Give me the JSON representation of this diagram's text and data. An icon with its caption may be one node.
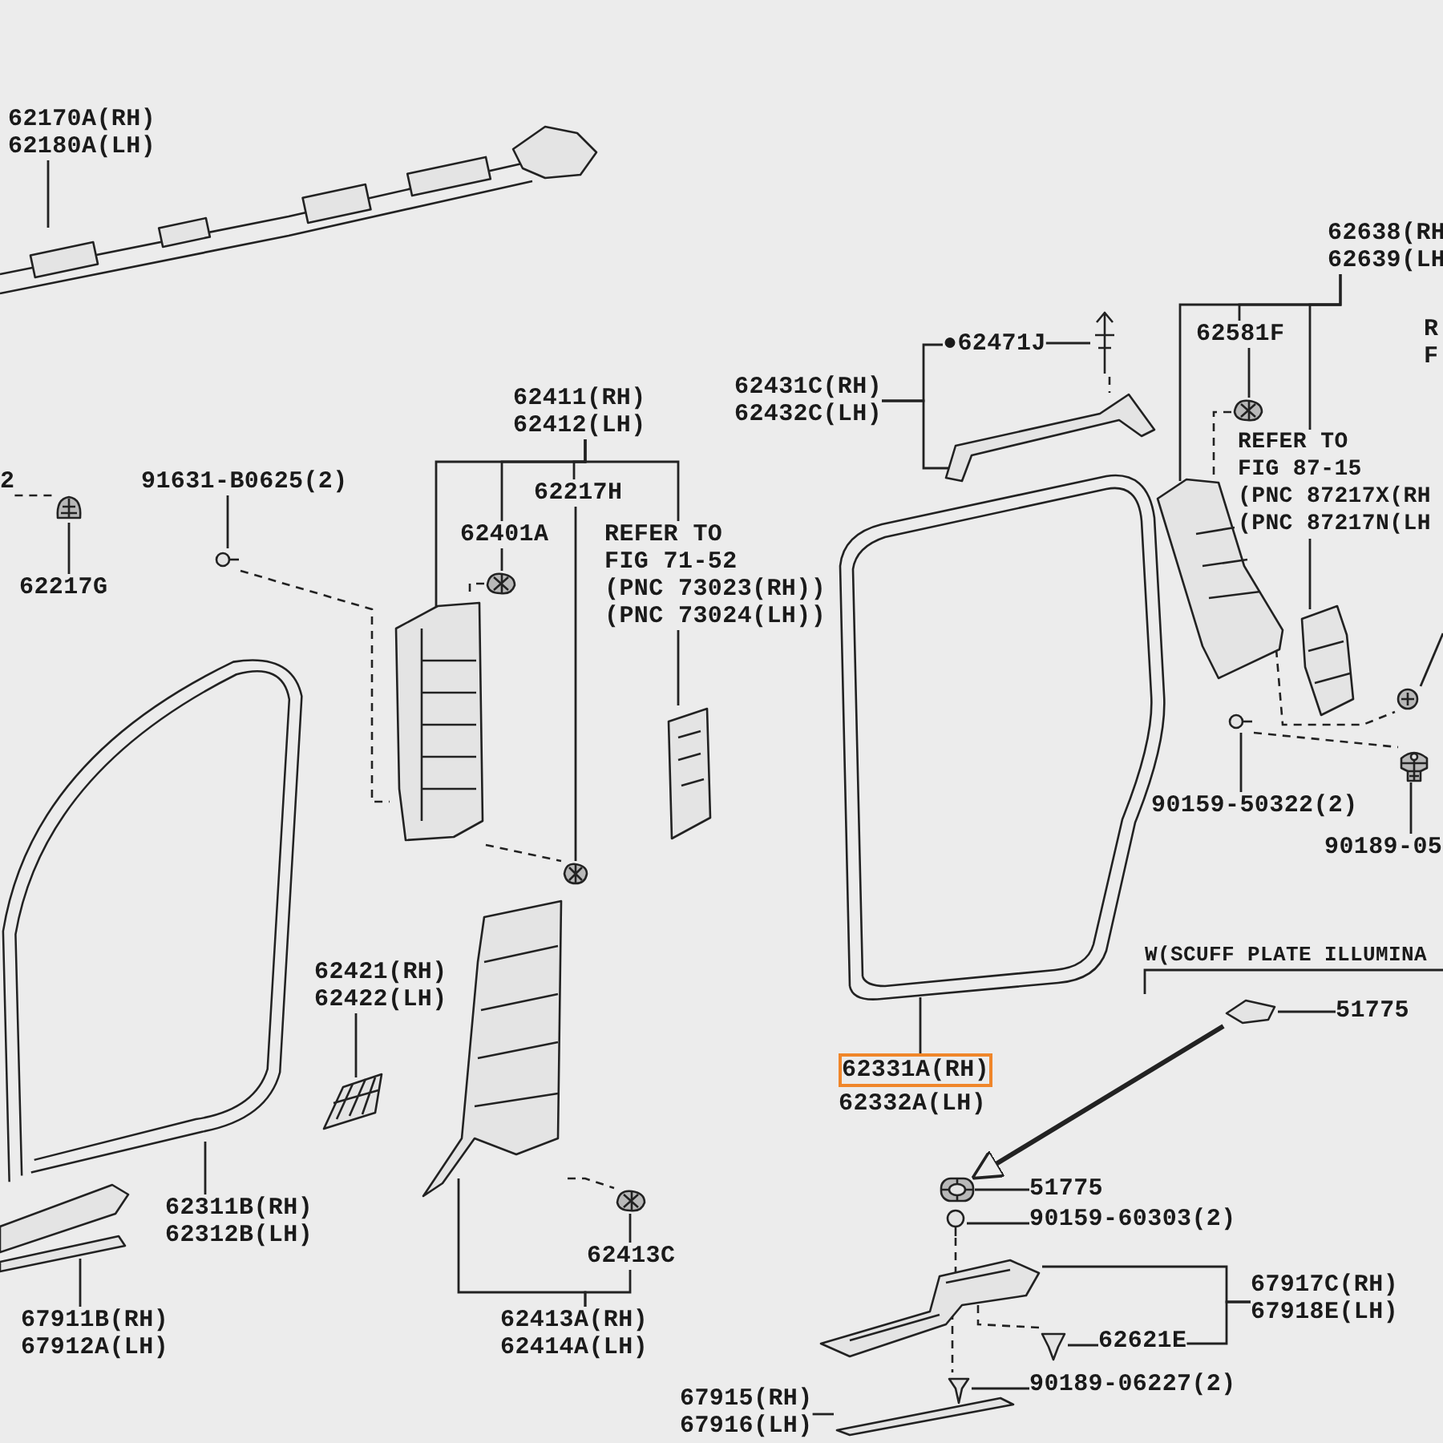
{
  "diagram": {
    "nodes": [
      {
        "text": [
          "62170A(RH)",
          "62180A(LH)"
        ]
      },
      {
        "text": [],
        "shape": "picture"
      },
      {
        "text": [
          "2"
        ]
      },
      {
        "text": [],
        "shape": "picture"
      },
      {
        "text": [
          "62217G"
        ]
      },
      {
        "text": [
          "91631-B0625(2)"
        ]
      },
      {
        "text": [],
        "shape": "picture"
      },
      {
        "text": [
          "62411(RH)",
          "62412(LH)"
        ]
      },
      {
        "text": [
          "62401A"
        ]
      },
      {
        "text": [],
        "shape": "picture"
      },
      {
        "text": [
          "62217H"
        ]
      },
      {
        "text": [],
        "shape": "picture"
      },
      {
        "text": [
          "REFER TO FIG 71-52",
          "(PNC 73023(RH))",
          "(PNC 73024(LH))"
        ]
      },
      {
        "text": [],
        "shape": "picture"
      },
      {
        "text": [],
        "shape": "picture"
      },
      {
        "text": [],
        "shape": "picture"
      },
      {
        "text": [
          "62311B(RH)",
          "62312B(LH)"
        ]
      },
      {
        "text": [],
        "shape": "picture"
      },
      {
        "text": [
          "67911B(RH)",
          "67912A(LH)"
        ]
      },
      {
        "text": [
          "62421(RH)",
          "62422(LH)"
        ]
      },
      {
        "text": [],
        "shape": "picture"
      },
      {
        "text": [],
        "shape": "picture"
      },
      {
        "text": [],
        "shape": "picture"
      },
      {
        "text": [
          "62413C"
        ]
      },
      {
        "text": [
          "62413A(RH)",
          "62414A(LH)"
        ]
      },
      {
        "text": [
          "62431C(RH)",
          "62432C(LH)"
        ]
      },
      {
        "text": [
          "●62471J"
        ]
      },
      {
        "text": [],
        "shape": "picture"
      },
      {
        "text": [],
        "shape": "picture"
      },
      {
        "text": [],
        "shape": "picture"
      },
      {
        "text": [
          "62331A(RH)",
          "62332A(LH)"
        ]
      },
      {
        "text": [
          "62638(RH",
          "62639(LH"
        ]
      },
      {
        "text": [
          "62581F"
        ]
      },
      {
        "text": [],
        "shape": "picture"
      },
      {
        "text": [],
        "shape": "picture"
      },
      {
        "text": [
          "REFER TO FIG 87-15",
          "(PNC 87217X(RH",
          "(PNC 87217N(LH"
        ]
      },
      {
        "text": [],
        "shape": "picture"
      },
      {
        "text": [],
        "shape": "picture"
      },
      {
        "text": [
          "90159-50322(2)"
        ]
      },
      {
        "text": [],
        "shape": "picture"
      },
      {
        "text": [],
        "shape": "picture"
      },
      {
        "text": [
          "90189-05"
        ]
      },
      {
        "text": [
          "W(SCUFF PLATE ILLUMINA"
        ]
      },
      {
        "text": [],
        "shape": "picture"
      },
      {
        "text": [
          "51775"
        ]
      },
      {
        "text": [],
        "shape": "picture"
      },
      {
        "text": [
          "51775"
        ]
      },
      {
        "text": [],
        "shape": "picture"
      },
      {
        "text": [
          "90159-60303(2)"
        ]
      },
      {
        "text": [],
        "shape": "picture"
      },
      {
        "text": [
          "67917C(RH)",
          "67918E(LH)"
        ]
      },
      {
        "text": [
          "62621E"
        ]
      },
      {
        "text": [],
        "shape": "picture"
      },
      {
        "text": [],
        "shape": "picture"
      },
      {
        "text": [
          "90189-06227(2)"
        ]
      },
      {
        "text": [
          "67915(RH)",
          "67916(LH)"
        ]
      },
      {
        "text": [],
        "shape": "picture"
      }
    ],
    "edges": [
      {
        "from": 0,
        "to": 1,
        "arrow": "none"
      },
      {
        "from": 2,
        "to": 3,
        "arrow": "none",
        "style": "dashed"
      },
      {
        "from": 4,
        "to": 3,
        "arrow": "none"
      },
      {
        "from": 5,
        "to": 6,
        "arrow": "none"
      },
      {
        "from": 7,
        "to": 14,
        "arrow": "none"
      },
      {
        "from": 7,
        "to": 8,
        "arrow": "none"
      },
      {
        "from": 7,
        "to": 10,
        "arrow": "none"
      },
      {
        "from": 7,
        "to": 12,
        "arrow": "none"
      },
      {
        "from": 8,
        "to": 9,
        "arrow": "none"
      },
      {
        "from": 10,
        "to": 11,
        "arrow": "none"
      },
      {
        "from": 12,
        "to": 13,
        "arrow": "none"
      },
      {
        "from": 16,
        "to": 15,
        "arrow": "none"
      },
      {
        "from": 18,
        "to": 17,
        "arrow": "none"
      },
      {
        "from": 19,
        "to": 20,
        "arrow": "none"
      },
      {
        "from": 23,
        "to": 22,
        "arrow": "none"
      },
      {
        "from": 24,
        "to": 21,
        "arrow": "none"
      },
      {
        "from": 24,
        "to": 23,
        "arrow": "none"
      },
      {
        "from": 25,
        "to": 26,
        "arrow": "none"
      },
      {
        "from": 25,
        "to": 28,
        "arrow": "none"
      },
      {
        "from": 26,
        "to": 27,
        "arrow": "none"
      },
      {
        "from": 30,
        "to": 29,
        "arrow": "none"
      },
      {
        "from": 31,
        "to": 33,
        "arrow": "none"
      },
      {
        "from": 31,
        "to": 32,
        "arrow": "none"
      },
      {
        "from": 31,
        "to": 35,
        "arrow": "none"
      },
      {
        "from": 32,
        "to": 34,
        "arrow": "none"
      },
      {
        "from": 35,
        "to": 36,
        "arrow": "none"
      },
      {
        "from": 38,
        "to": 37,
        "arrow": "none"
      },
      {
        "from": 39,
        "to": null,
        "arrow": "none"
      },
      {
        "from": 41,
        "to": 40,
        "arrow": "none"
      },
      {
        "from": 43,
        "to": 45,
        "arrow": "to",
        "style": "thick"
      },
      {
        "from": 44,
        "to": 43,
        "arrow": "none"
      },
      {
        "from": 46,
        "to": 45,
        "arrow": "none"
      },
      {
        "from": 48,
        "to": 47,
        "arrow": "none"
      },
      {
        "from": 50,
        "to": 49,
        "arrow": "none"
      },
      {
        "from": 50,
        "to": 51,
        "arrow": "none"
      },
      {
        "from": 51,
        "to": 52,
        "arrow": "none"
      },
      {
        "from": 54,
        "to": 53,
        "arrow": "none"
      },
      {
        "from": 55,
        "to": 56,
        "arrow": "none"
      },
      {
        "from": 6,
        "to": 14,
        "arrow": "none",
        "style": "dashed"
      },
      {
        "from": 9,
        "to": 14,
        "arrow": "none",
        "style": "dashed"
      },
      {
        "from": 14,
        "to": 11,
        "arrow": "none",
        "style": "dashed"
      },
      {
        "from": 27,
        "to": 28,
        "arrow": "none",
        "style": "dashed"
      },
      {
        "from": 34,
        "to": 33,
        "arrow": "none",
        "style": "dashed"
      },
      {
        "from": 33,
        "to": 39,
        "arrow": "none",
        "style": "dashed"
      },
      {
        "from": 37,
        "to": 40,
        "arrow": "none",
        "style": "dashed"
      },
      {
        "from": 47,
        "to": 49,
        "arrow": "none",
        "style": "dashed"
      },
      {
        "from": 52,
        "to": 49,
        "arrow": "none",
        "style": "dashed"
      },
      {
        "from": 49,
        "to": 53,
        "arrow": "none",
        "style": "dashed"
      },
      {
        "from": 21,
        "to": 22,
        "arrow": "none",
        "style": "dashed"
      }
    ],
    "labels": [
      "R",
      "F"
    ]
  }
}
